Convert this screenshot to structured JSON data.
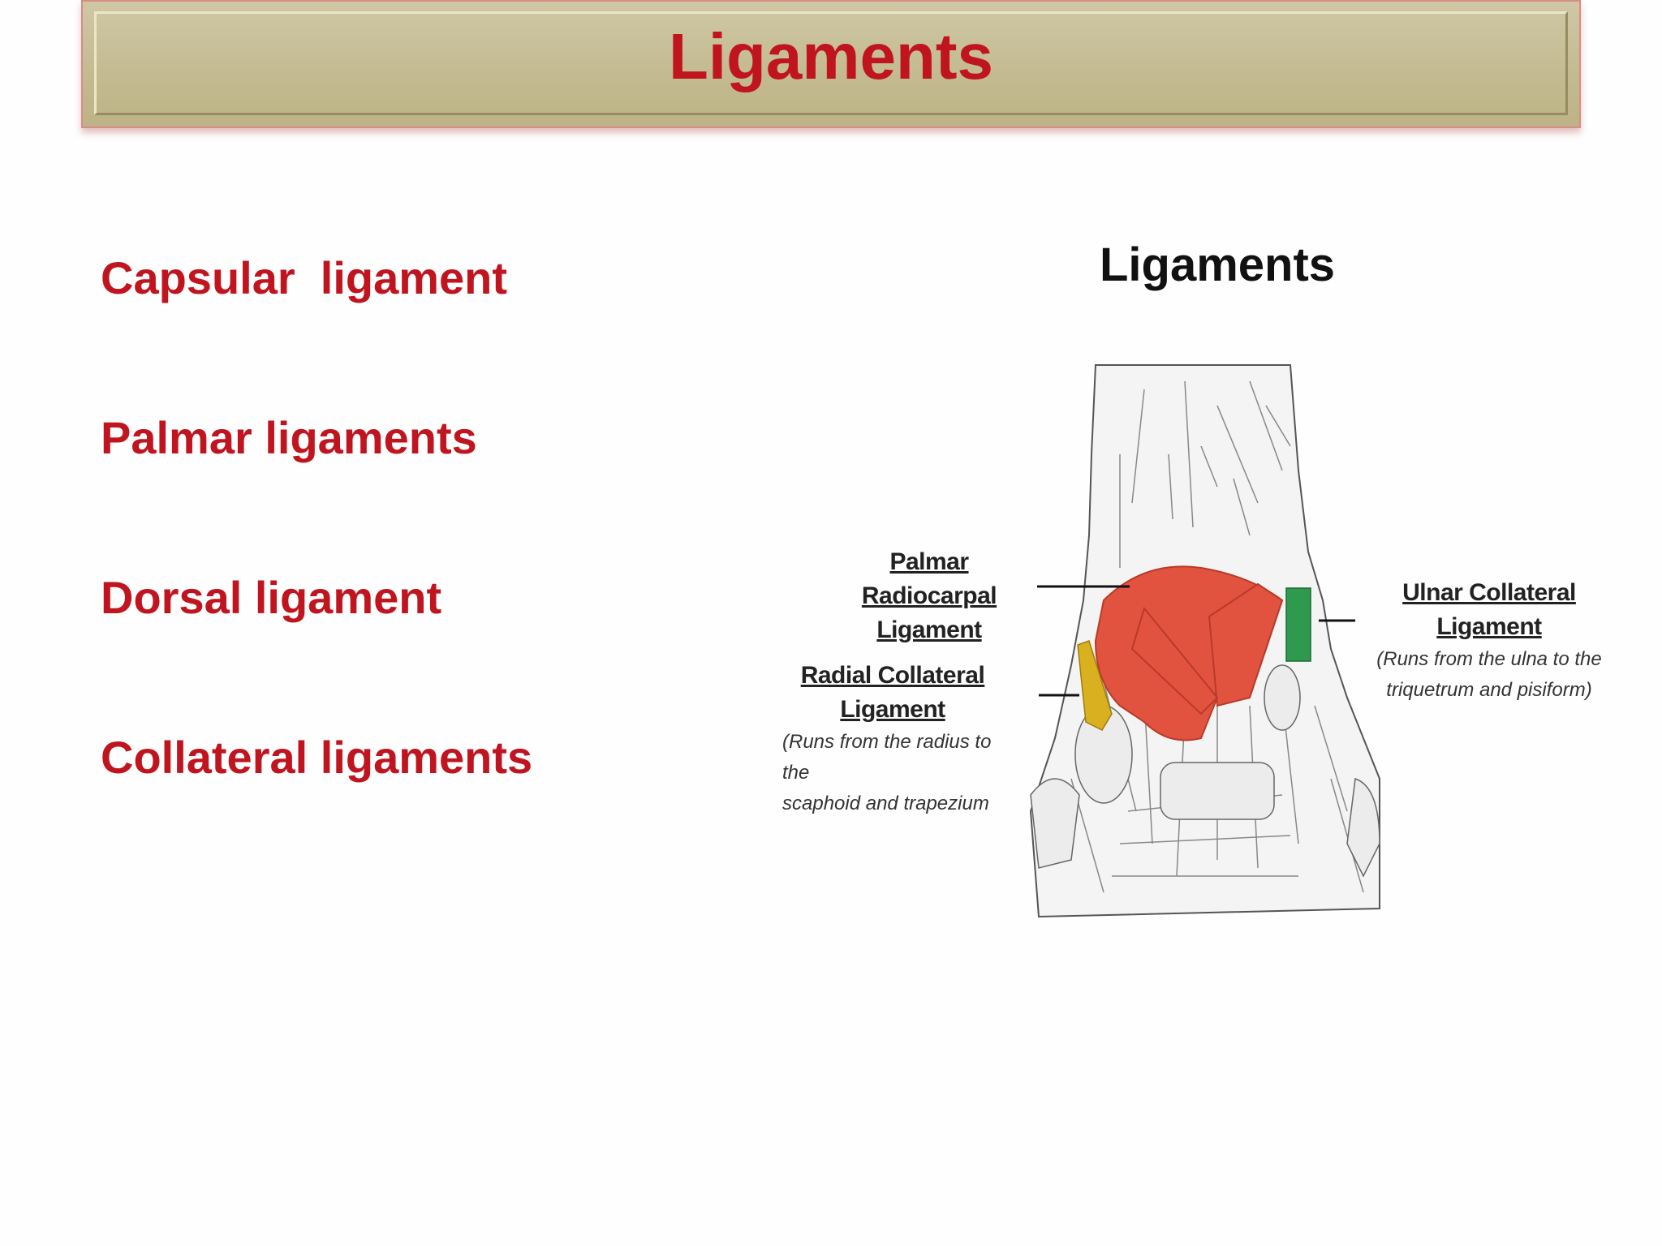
{
  "slide": {
    "title": "Ligaments"
  },
  "list": {
    "items": [
      "Capsular  ligament",
      "Palmar ligaments",
      "Dorsal ligament",
      "Collateral ligaments"
    ]
  },
  "figure": {
    "title": "Ligaments",
    "labels": {
      "palmar_radiocarpal_line1": "Palmar Radiocarpal",
      "palmar_radiocarpal_line2": "Ligament",
      "ulnar_collateral": "Ulnar Collateral Ligament",
      "ulnar_collateral_note1": "(Runs from the ulna to the",
      "ulnar_collateral_note2": "triquetrum and pisiform)",
      "radial_collateral": "Radial Collateral Ligament",
      "radial_collateral_note1": "(Runs from the radius to the",
      "radial_collateral_note2": "scaphoid and trapezium"
    },
    "colors": {
      "palmar_radiocarpal": "#e2533f",
      "ulnar_collateral": "#2f9a4d",
      "radial_collateral": "#d9b01f",
      "title_red": "#c0141f"
    }
  }
}
